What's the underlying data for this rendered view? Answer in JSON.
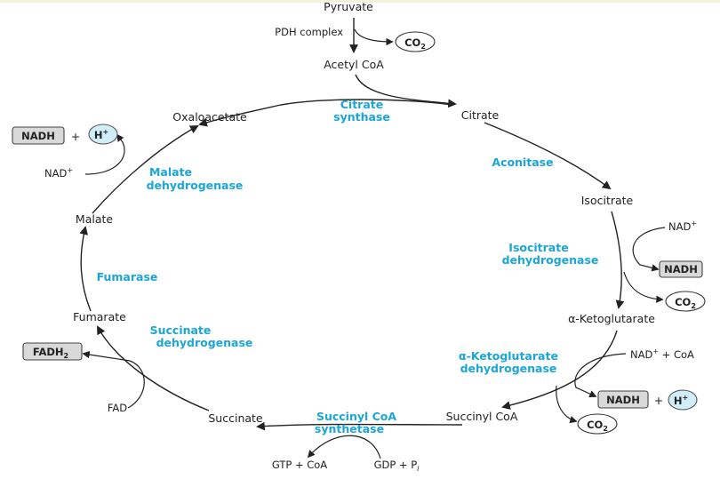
{
  "metabolites": {
    "pyruvate": "Pyruvate",
    "acetyl_coa": "Acetyl CoA",
    "citrate": "Citrate",
    "isocitrate": "Isocitrate",
    "alpha_ketoglutarate": "α-Ketoglutarate",
    "succinyl_coa": "Succinyl CoA",
    "succinate": "Succinate",
    "fumarate": "Fumarate",
    "malate": "Malate",
    "oxaloacetate": "Oxaloacetate"
  },
  "enzymes": {
    "pdh_complex": "PDH complex",
    "citrate_synthase": [
      "Citrate",
      "synthase"
    ],
    "aconitase": "Aconitase",
    "isocitrate_dh": [
      "Isocitrate",
      "dehydrogenase"
    ],
    "akg_dh": [
      "α-Ketoglutarate",
      "dehydrogenase"
    ],
    "succinyl_coa_synthetase": [
      "Succinyl CoA",
      "synthetase"
    ],
    "succinate_dh": [
      "Succinate",
      "dehydrogenase"
    ],
    "fumarase": "Fumarase",
    "malate_dh": [
      "Malate",
      "dehydrogenase"
    ]
  },
  "cofactors": {
    "co2": "CO",
    "co2_sub": "2",
    "nad": "NAD",
    "plus_sup": "+",
    "nadh": "NADH",
    "h": "H",
    "plus_sign": "+",
    "nad_plus_coa_pre": "NAD",
    "nad_plus_coa_post": " + CoA",
    "fad": "FAD",
    "fadh": "FADH",
    "fadh_sub": "2",
    "gtp_coa": "GTP + CoA",
    "gdp_pi": "GDP + P",
    "pi_sub": "i"
  }
}
